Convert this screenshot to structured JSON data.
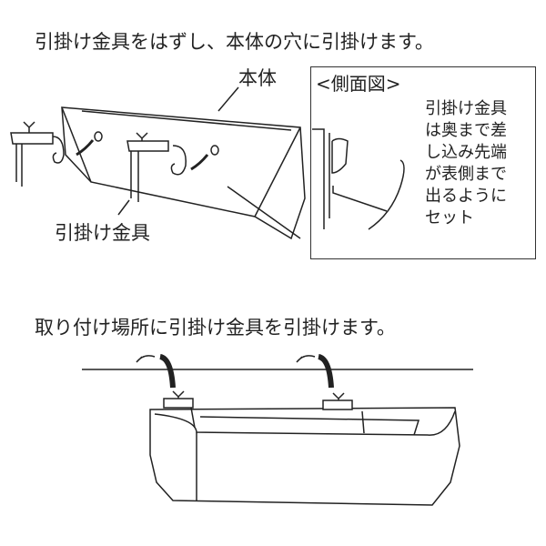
{
  "step1": {
    "title": "引掛け金具をはずし、本体の穴に引掛けます。",
    "label_body": "本体",
    "label_hook": "引掛け金具",
    "side_view": {
      "title": "<側面図>",
      "note_lines": [
        "引掛け金具",
        "は奥まで差",
        "し込み先端",
        "が表側まで",
        "出るように",
        "セット"
      ]
    }
  },
  "step2": {
    "title": "取り付け場所に引掛け金具を引掛けます。"
  }
}
